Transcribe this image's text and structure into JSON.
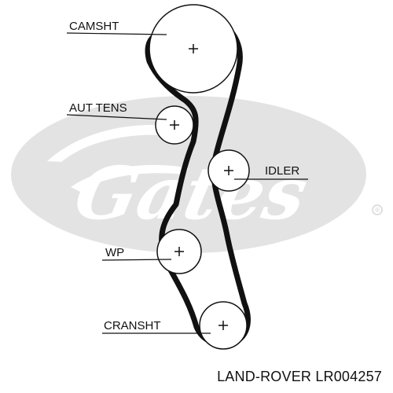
{
  "diagram": {
    "labels": {
      "camshaft": "CAMSHT",
      "tensioner": "AUT TENS",
      "idler": "IDLER",
      "water_pump": "WP",
      "crankshaft": "CRANSHT"
    },
    "watermark": {
      "brand": "Gates",
      "registered_mark": "®"
    },
    "caption": "LAND-ROVER LR004257"
  },
  "colors": {
    "belt": "#111111",
    "watermark": "#e3e3e3",
    "text": "#111111"
  }
}
